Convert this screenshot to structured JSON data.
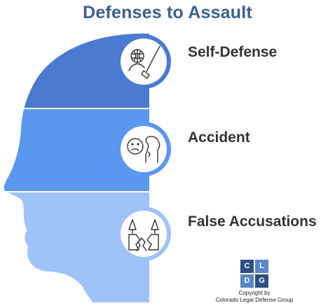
{
  "title": "Defenses to Assault",
  "sections": [
    {
      "label": "Self-Defense",
      "icon": "fencing-icon",
      "color": "#4a7bd1"
    },
    {
      "label": "Accident",
      "icon": "confused-face-icon",
      "color": "#5a97ef"
    },
    {
      "label": "False Accusations",
      "icon": "broken-pillars-icon",
      "color": "#9fc3f9"
    }
  ],
  "logo": {
    "letters": [
      "C",
      "L",
      "D",
      "G"
    ]
  },
  "copyright": {
    "line1": "Copyright by",
    "line2": "Colorado Legal Defense Group"
  }
}
